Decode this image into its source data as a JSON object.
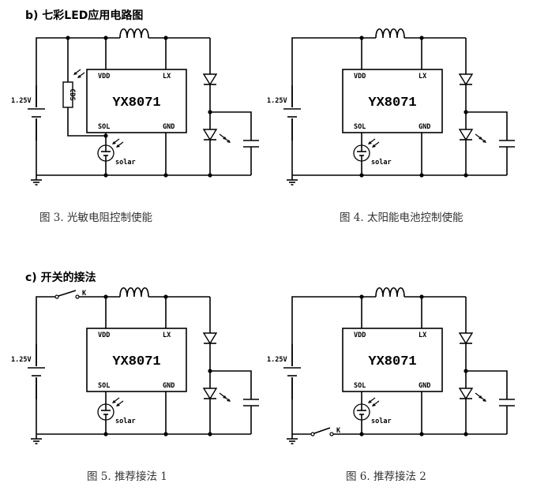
{
  "sections": {
    "b_heading": "b) 七彩LED应用电路图",
    "c_heading": "c) 开关的接法"
  },
  "figures": [
    {
      "caption": "图 3.  光敏电阻控制使能",
      "variant": "ldr"
    },
    {
      "caption": "图 4.  太阳能电池控制使能",
      "variant": "solar-enable"
    },
    {
      "caption": "图 5.  推荐接法 1",
      "variant": "switch-top"
    },
    {
      "caption": "图 6.  推荐接法 2",
      "variant": "switch-bottom"
    }
  ],
  "chip": {
    "name": "YX8071",
    "pin_vdd": "VDD",
    "pin_lx": "LX",
    "pin_sol": "SOL",
    "pin_gnd": "GND"
  },
  "labels": {
    "battery_voltage": "1.25V",
    "solar": "solar",
    "ldr": "CDS",
    "switch": "K"
  }
}
